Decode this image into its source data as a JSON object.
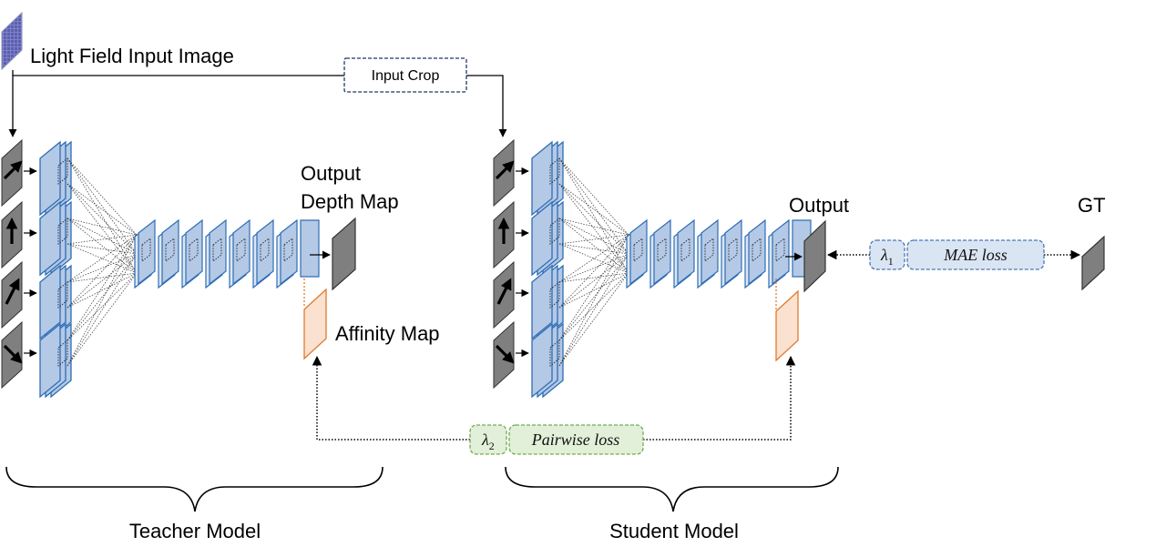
{
  "labels": {
    "input_image": "Light Field Input Image",
    "input_crop": "Input Crop",
    "teacher_output_line1": "Output",
    "teacher_output_line2": "Depth Map",
    "affinity_map": "Affinity Map",
    "student_output": "Output",
    "gt": "GT",
    "lambda1_symbol": "λ",
    "lambda1_sub": "1",
    "mae_loss": "MAE loss",
    "lambda2_symbol": "λ",
    "lambda2_sub": "2",
    "pairwise_loss": "Pairwise loss",
    "teacher_model": "Teacher Model",
    "student_model": "Student Model"
  },
  "colors": {
    "blue_fill": "#b4c9e6",
    "blue_stroke": "#2e6db4",
    "dark_gray": "#7f7f7f",
    "orange_fill": "#fbe1cf",
    "orange_stroke": "#e07b2e",
    "mae_fill": "#dae5f3",
    "mae_stroke": "#4a78b5",
    "pair_fill": "#e2efd9",
    "pair_stroke": "#73ad4c",
    "crop_stroke": "#1f3864"
  }
}
